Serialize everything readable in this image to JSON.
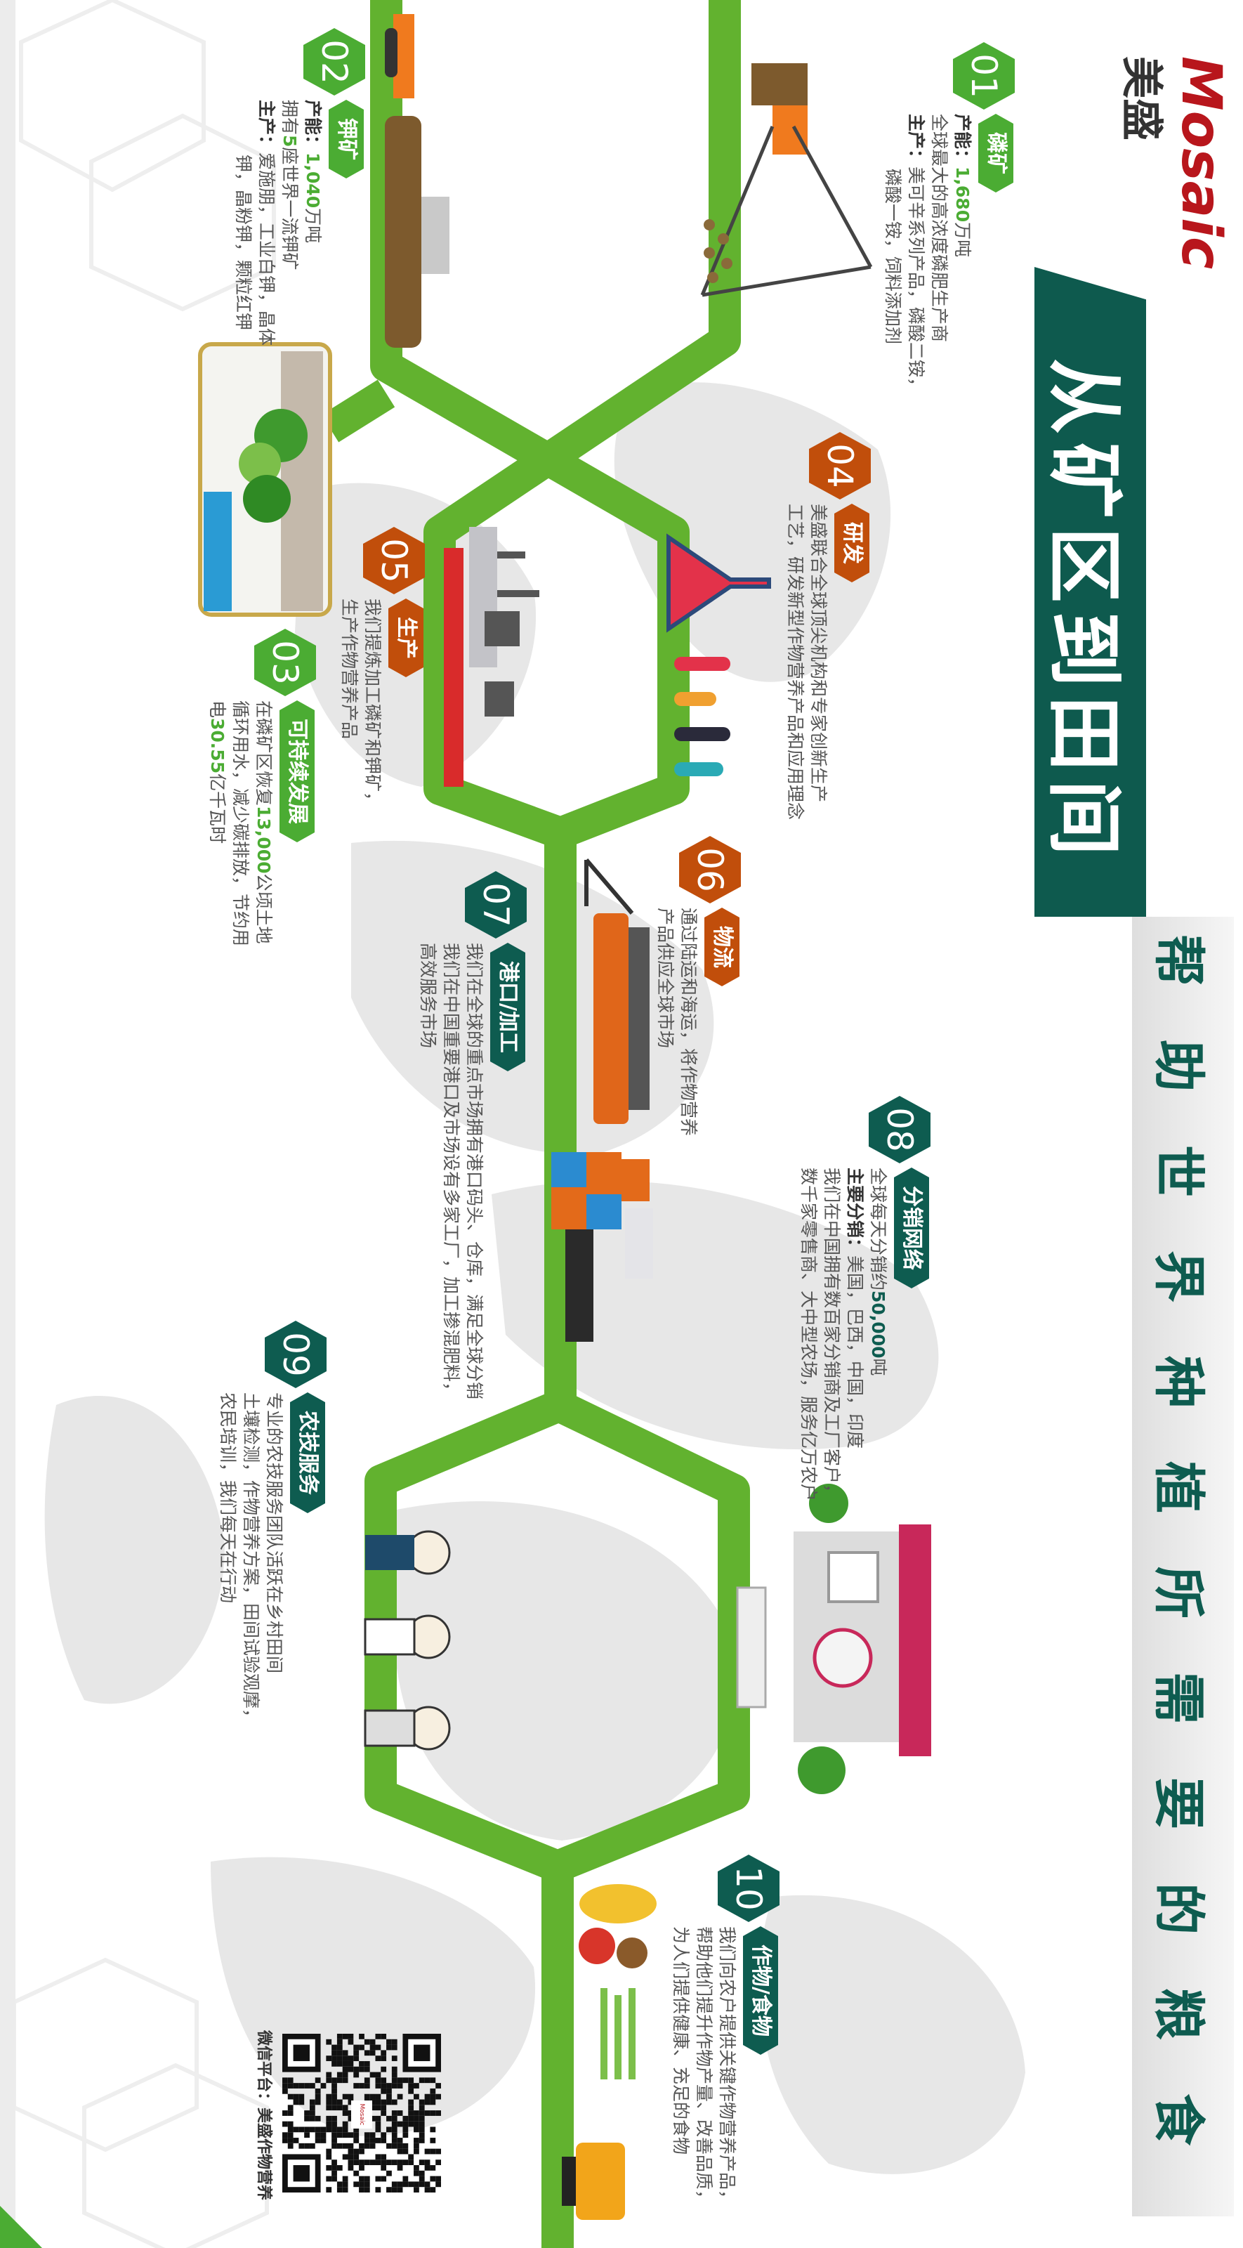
{
  "brand": {
    "logo_en": "Mosaic",
    "logo_cn": "美盛"
  },
  "title": "从矿区到田间",
  "subtitle": "帮助世界种植所需要的粮食",
  "colors": {
    "path_green": "#62b22f",
    "badge_green": "#4bac33",
    "badge_orange": "#c14e0b",
    "badge_teal": "#0e5c50"
  },
  "steps": [
    {
      "num": "01",
      "title": "磷矿",
      "theme": "green",
      "lines": [
        [
          {
            "t": "产能：",
            "k": "label"
          },
          {
            "t": "1,680",
            "k": "value"
          },
          {
            "t": "万吨"
          }
        ],
        [
          {
            "t": "全球最大的高浓度磷肥生产商"
          }
        ],
        [
          {
            "t": "主产：",
            "k": "label"
          },
          {
            "t": "美可辛系列产品，磷酸二铵，"
          }
        ],
        [
          {
            "t": "磷酸一铵，饲料添加剂",
            "k": "indent"
          }
        ]
      ]
    },
    {
      "num": "02",
      "title": "钾矿",
      "theme": "green",
      "lines": [
        [
          {
            "t": "产能：",
            "k": "label"
          },
          {
            "t": "1,040",
            "k": "value"
          },
          {
            "t": "万吨"
          }
        ],
        [
          {
            "t": "拥有"
          },
          {
            "t": "5",
            "k": "value"
          },
          {
            "t": "座世界一流钾矿"
          }
        ],
        [
          {
            "t": "主产：",
            "k": "label"
          },
          {
            "t": "爱施朋，工业白钾，晶体"
          }
        ],
        [
          {
            "t": "钾，晶粉钾，颗粒红钾",
            "k": "indent"
          }
        ]
      ]
    },
    {
      "num": "03",
      "title": "可持续发展",
      "theme": "green",
      "lines": [
        [
          {
            "t": "在磷矿区恢复"
          },
          {
            "t": "13,000",
            "k": "value"
          },
          {
            "t": "公顷土地"
          }
        ],
        [
          {
            "t": "循环用水，减少碳排放，节约用"
          }
        ],
        [
          {
            "t": "电"
          },
          {
            "t": "30.55",
            "k": "value"
          },
          {
            "t": "亿千瓦时"
          }
        ]
      ]
    },
    {
      "num": "04",
      "title": "研发",
      "theme": "orange",
      "lines": [
        [
          {
            "t": "美盛联合全球顶尖机构和专家创新生产"
          }
        ],
        [
          {
            "t": "工艺，研发新型作物营养产品和应用理念"
          }
        ]
      ]
    },
    {
      "num": "05",
      "title": "生产",
      "theme": "orange",
      "lines": [
        [
          {
            "t": "我们提炼加工磷矿和钾矿，"
          }
        ],
        [
          {
            "t": "生产作物营养产品"
          }
        ]
      ]
    },
    {
      "num": "06",
      "title": "物流",
      "theme": "orange",
      "lines": [
        [
          {
            "t": "通过陆运和海运，将作物营养"
          }
        ],
        [
          {
            "t": "产品供应全球市场"
          }
        ]
      ]
    },
    {
      "num": "07",
      "title": "港口/加工",
      "theme": "teal",
      "lines": [
        [
          {
            "t": "我们在全球的重点市场拥有港口码头、仓库，满足全球分销"
          }
        ],
        [
          {
            "t": "我们在中国重要港口及市场设有多家工厂，加工掺混肥料，"
          }
        ],
        [
          {
            "t": "高效服务市场"
          }
        ]
      ]
    },
    {
      "num": "08",
      "title": "分销网络",
      "theme": "teal",
      "lines": [
        [
          {
            "t": "全球每天分销约"
          },
          {
            "t": "50,000",
            "k": "value"
          },
          {
            "t": "吨"
          }
        ],
        [
          {
            "t": "主要分销：",
            "k": "label"
          },
          {
            "t": "美国，巴西，中国，印度"
          }
        ],
        [
          {
            "t": "我们在中国拥有数百家分销商及工厂客户，"
          }
        ],
        [
          {
            "t": "数千家零售商、大中型农场，服务亿万农户"
          }
        ]
      ]
    },
    {
      "num": "09",
      "title": "农技服务",
      "theme": "teal",
      "lines": [
        [
          {
            "t": "专业的农技服务团队活跃在乡村田间"
          }
        ],
        [
          {
            "t": "土壤检测，作物营养方案，田间试验观摩，"
          }
        ],
        [
          {
            "t": "农民培训，我们每天在行动"
          }
        ]
      ]
    },
    {
      "num": "10",
      "title": "作物/食物",
      "theme": "teal",
      "lines": [
        [
          {
            "t": "我们向农户提供关键作物营养产品，"
          }
        ],
        [
          {
            "t": "帮助他们提升作物产量、改善品质，"
          }
        ],
        [
          {
            "t": "为人们提供健康、充足的食物"
          }
        ]
      ]
    }
  ],
  "qr": {
    "caption": "微信平台：美盛作物营养",
    "center_label": "Mosaic"
  }
}
